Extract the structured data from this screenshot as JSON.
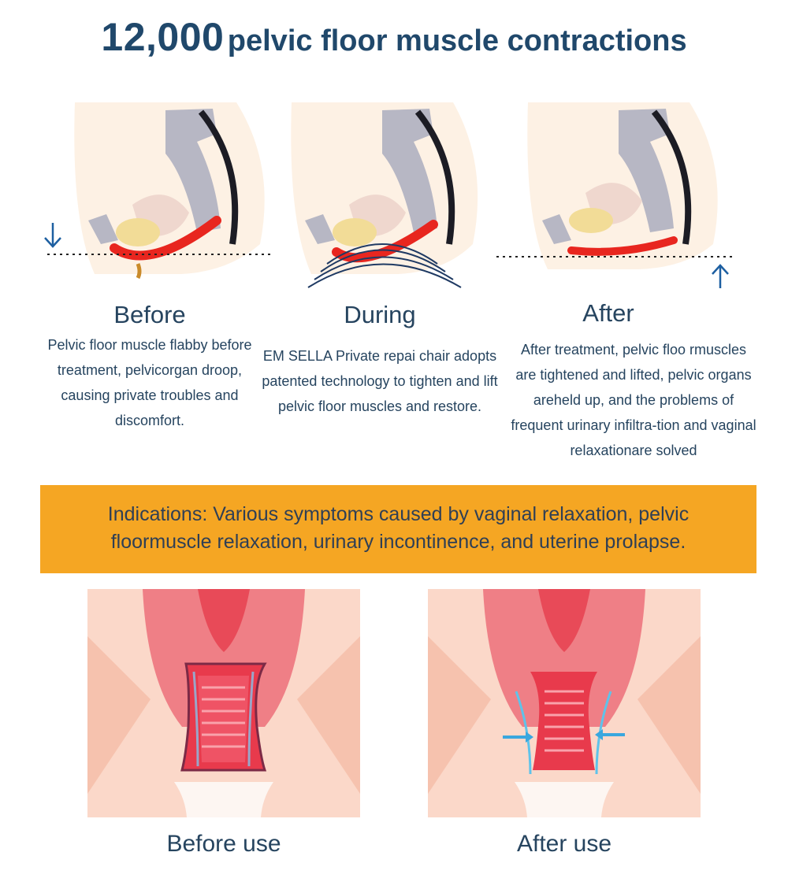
{
  "title": {
    "number": "12,000",
    "rest": "pelvic floor muscle contractions"
  },
  "colors": {
    "title": "#20486b",
    "text": "#26445f",
    "banner": "#f5a623",
    "muscle": "#e8261f",
    "skin": "#fdf1e4",
    "spine": "#b7b7c4",
    "tissue": "#f4a38f",
    "vagina": "#e83a4c",
    "wall_line": "#5fc3ea"
  },
  "stages": [
    {
      "title": "Before",
      "description": "Pelvic floor muscle flabby before treatment, pelvicorgan droop, causing private troubles and discomfort.",
      "arrow_icon": "arrow-down-icon"
    },
    {
      "title": "During",
      "description": "EM SELLA Private repai chair adopts patented technology to tighten and lift pelvic floor muscles and restore.",
      "arrow_icon": "wave-arcs-icon"
    },
    {
      "title": "After",
      "description": "After treatment, pelvic floo rmuscles are tightened and lifted, pelvic organs areheld up, and the problems of frequent urinary infiltra-tion and vaginal relaxationare solved",
      "arrow_icon": "arrow-up-icon"
    }
  ],
  "banner": {
    "text": "Indications: Various symptoms caused by vaginal relaxation, pelvic floormuscle relaxation, urinary incontinence, and uterine prolapse."
  },
  "comparison": {
    "before_label": "Before use",
    "after_label": "After use"
  }
}
